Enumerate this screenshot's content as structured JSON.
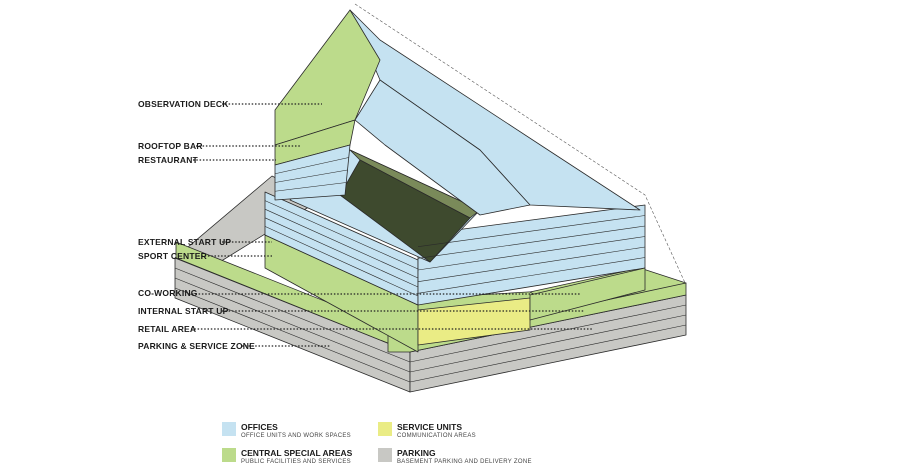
{
  "colors": {
    "offices": "#c5e2f1",
    "green": "#bcdb8b",
    "service": "#eaec85",
    "parking": "#c8c8c4",
    "outline": "#2a2a2a",
    "leader": "#222222"
  },
  "labels": {
    "observation_deck": "OBSERVATION DECK",
    "rooftop_bar": "ROOFTOP BAR",
    "restaurant": "RESTAURANT",
    "external_start_up": "EXTERNAL START UP",
    "sport_center": "SPORT CENTER",
    "co_working": "CO-WORKING",
    "internal_start_up": "INTERNAL START UP",
    "retail_area": "RETAIL AREA",
    "parking_service_zone": "PARKING & SERVICE ZONE"
  },
  "legend": {
    "offices": {
      "title": "OFFICES",
      "subtitle": "OFFICE UNITS AND WORK SPACES"
    },
    "central": {
      "title": "CENTRAL SPECIAL AREAS",
      "subtitle": "PUBLIC FACILITIES AND SERVICES"
    },
    "service": {
      "title": "SERVICE UNITS",
      "subtitle": "COMMUNICATION AREAS"
    },
    "parking": {
      "title": "PARKING",
      "subtitle": "BASEMENT PARKING AND DELIVERY ZONE"
    }
  }
}
